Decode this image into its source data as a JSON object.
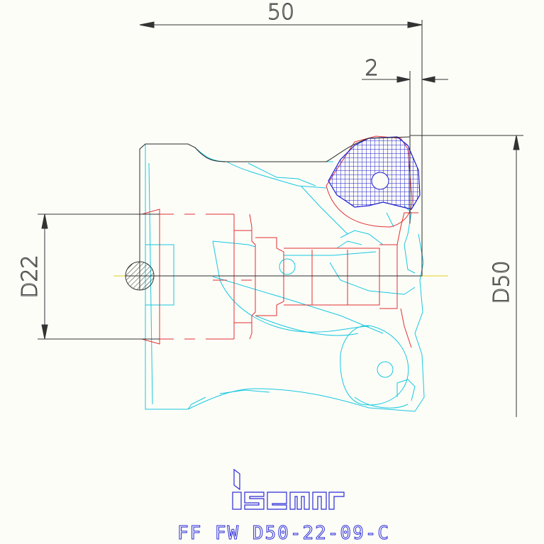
{
  "drawing": {
    "dimensions": {
      "overall_length": "50",
      "offset": "2",
      "bore_diameter": "D22",
      "cutting_diameter": "D50"
    },
    "brand": {
      "logo_text": "iscar"
    },
    "part_number": "FF FW D50-22-09-C"
  },
  "colors": {
    "dimension_lines": "#333333",
    "tool_body": "#17c8e0",
    "hidden_lines": "#e03030",
    "insert_hatch": "#1c1cd0",
    "centerline": "#e0d020",
    "caption": "#2b2bd8"
  }
}
